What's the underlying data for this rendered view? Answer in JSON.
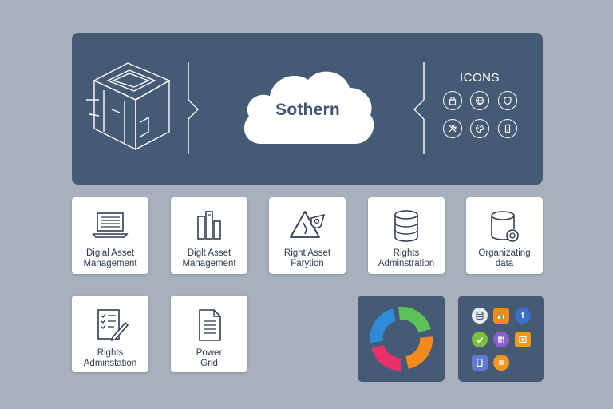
{
  "banner": {
    "cloud_label": "Sothern",
    "icons_title": "ICONS",
    "icons": [
      "lock-icon",
      "globe-icon",
      "shield-icon",
      "wrench-icon",
      "palette-icon",
      "phone-icon"
    ]
  },
  "cards_row1": [
    {
      "icon": "laptop-icon",
      "line1": "Diglal Asset",
      "line2": "Management"
    },
    {
      "icon": "bar-chart-icon",
      "line1": "Diglt Asset",
      "line2": "Management"
    },
    {
      "icon": "warning-icon",
      "line1": "Right Asset",
      "line2": "Farytion"
    },
    {
      "icon": "database-icon",
      "line1": "Rights",
      "line2": "Adminstration"
    },
    {
      "icon": "database-shield-icon",
      "line1": "Organizating",
      "line2": "data"
    }
  ],
  "cards_row2": [
    {
      "icon": "checklist-icon",
      "line1": "Rights",
      "line2": "Adminstation"
    },
    {
      "icon": "document-icon",
      "line1": "Power",
      "line2": "Grid"
    }
  ],
  "apps": {
    "icons": [
      {
        "name": "database-app-icon",
        "color": "#e8ecf2"
      },
      {
        "name": "chart-app-icon",
        "color": "#f28a1e"
      },
      {
        "name": "facebook-icon",
        "color": "#3b6fc9",
        "text": "f"
      },
      {
        "name": "check-app-icon",
        "color": "#7fbf3f"
      },
      {
        "name": "tools-app-icon",
        "color": "#8b5fc9"
      },
      {
        "name": "photo-app-icon",
        "color": "#f29a1e"
      },
      {
        "name": "tablet-app-icon",
        "color": "#5c7bd1"
      },
      {
        "name": "menu-app-icon",
        "color": "#f2961e"
      }
    ]
  },
  "colors": {
    "background": "#a7b0bc",
    "banner": "#455a75",
    "ring": [
      "#2f8bd8",
      "#5cc25a",
      "#f28a1e",
      "#e8306b"
    ]
  }
}
